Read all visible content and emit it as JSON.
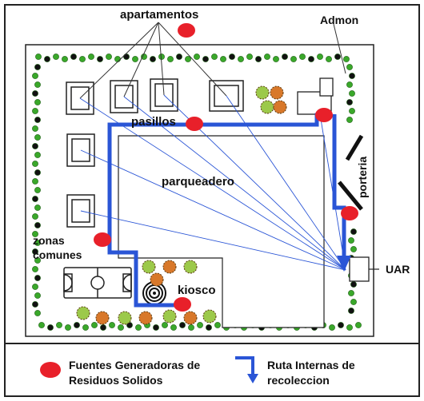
{
  "labels": {
    "apartamentos": "apartamentos",
    "admon": "Admon",
    "pasillos": "pasillos",
    "porteria": "porteria",
    "parqueadero": "parqueadero",
    "zonas_comunes": "zonas\ncomunes",
    "uar": "UAR",
    "kiosco": "kiosco"
  },
  "legend": {
    "fuentes": "Fuentes Generadoras de\nResiduos Solidos",
    "ruta": "Ruta Internas de\nrecoleccion"
  },
  "colors": {
    "source_marker": "#e8202a",
    "route": "#2a55d6",
    "vegetation_green": "#3aa82a",
    "vegetation_dark": "#111111",
    "shrub_orange": "#d8782a"
  },
  "icons": {
    "source": "red-oval-marker",
    "route": "blue-route-arrow",
    "court": "sports-court",
    "kiosk": "kiosk-circle"
  }
}
